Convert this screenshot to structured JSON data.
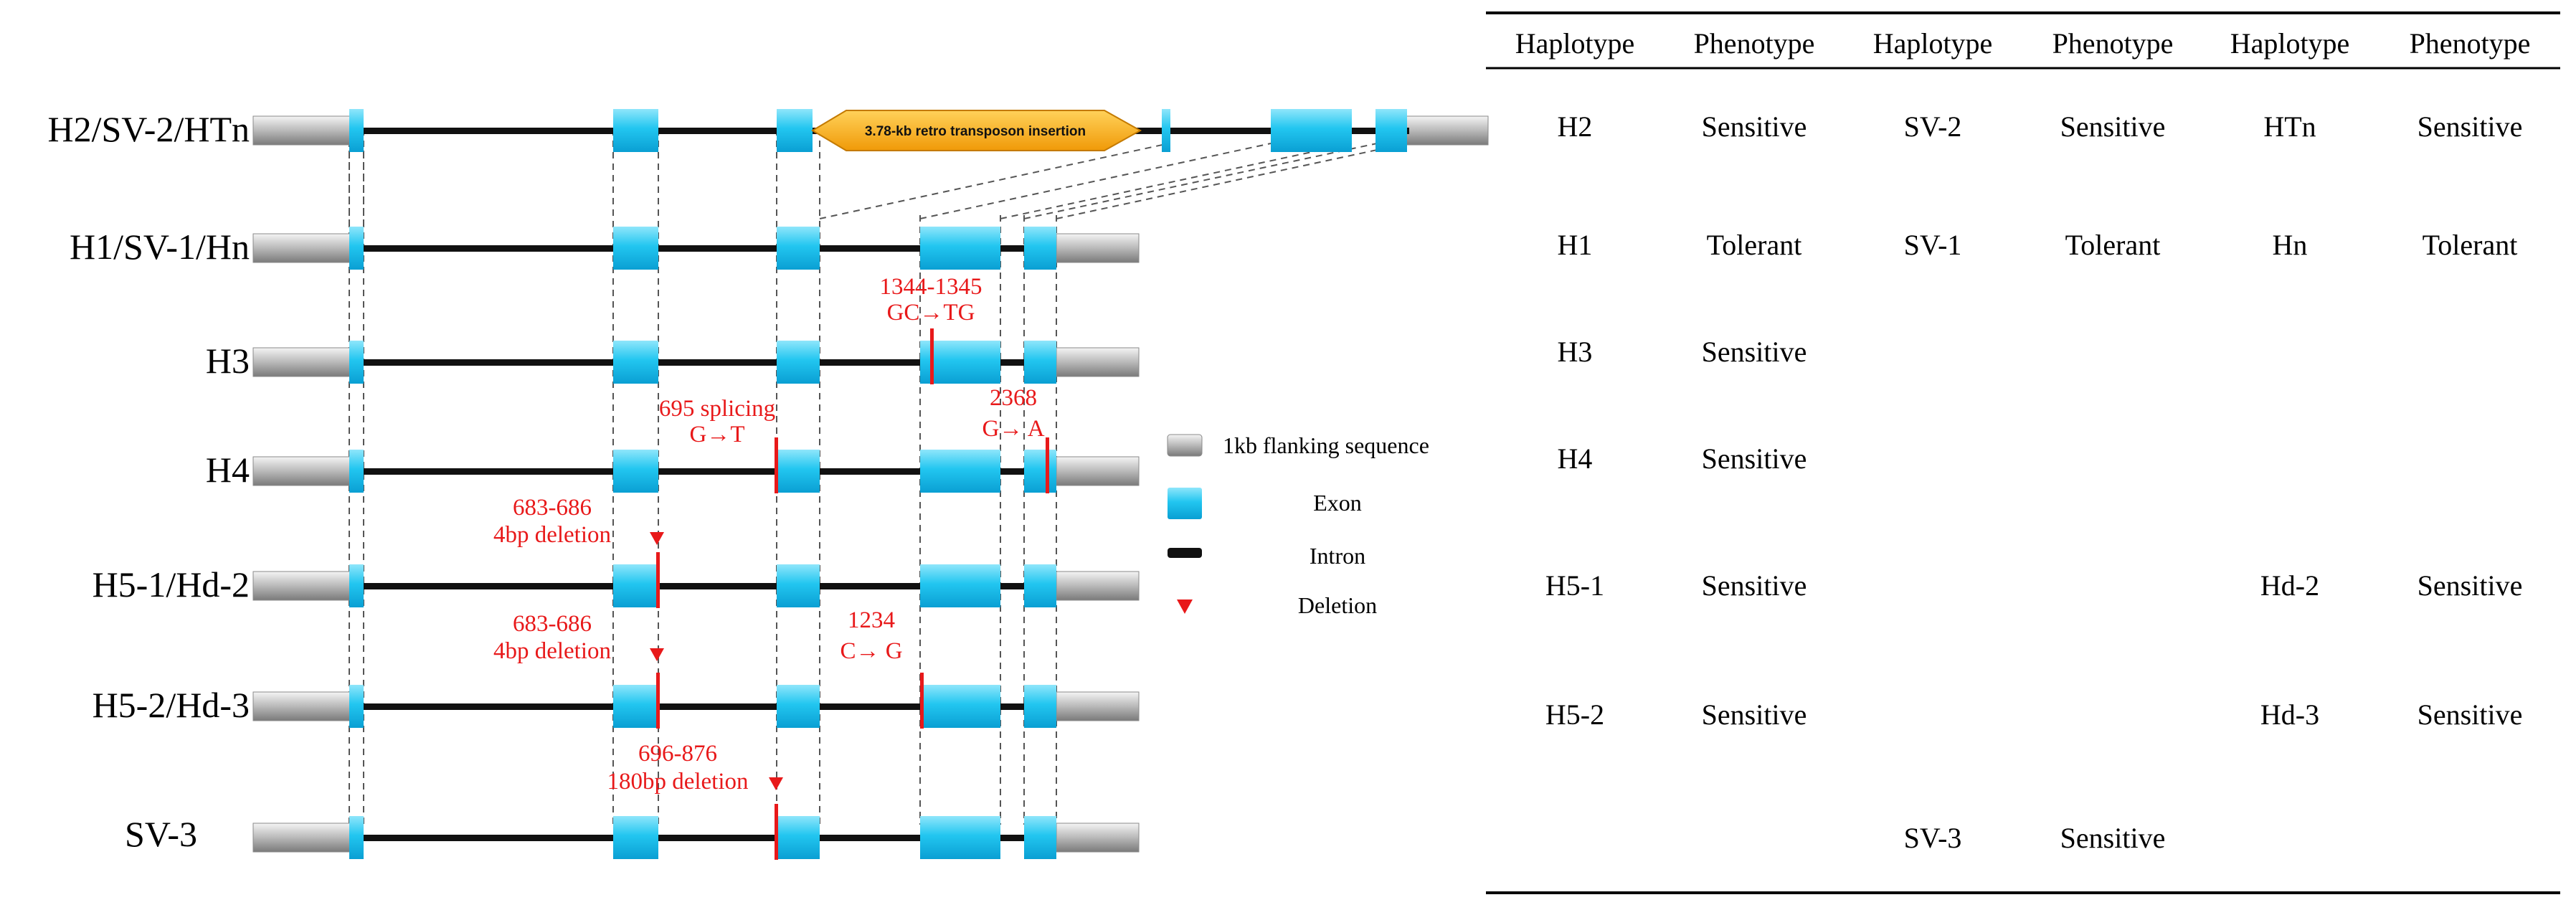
{
  "colors": {
    "exon": "#1ec8f0",
    "exon_edge": "#0aa0d0",
    "flank": "#bdbdbd",
    "intron": "#111111",
    "mutation": "#e8191a",
    "insertion": "#f4a40c"
  },
  "rows": [
    {
      "label": "H2/SV-2/HTn"
    },
    {
      "label": "H1/SV-1/Hn"
    },
    {
      "label": "H3"
    },
    {
      "label": "H4"
    },
    {
      "label": "H5-1/Hd-2"
    },
    {
      "label": "H5-2/Hd-3"
    },
    {
      "label": "SV-3"
    }
  ],
  "insertion_label": "3.78-kb retro transposon insertion",
  "mutations": {
    "m1": {
      "line1": "1344-1345",
      "line2": "GC→TG"
    },
    "m2": {
      "line1": "695 splicing",
      "line2": "G→T"
    },
    "m3": {
      "line1": "2368",
      "line2": "G→ A"
    },
    "m4": {
      "line1": "683-686",
      "line2": "4bp deletion"
    },
    "m5": {
      "line1": "683-686",
      "line2": "4bp deletion"
    },
    "m6": {
      "line1": "1234",
      "line2": "C→ G"
    },
    "m7": {
      "line1": "696-876",
      "line2": "180bp deletion"
    }
  },
  "legend": [
    {
      "icon": "flank-icon",
      "label": "1kb flanking sequence"
    },
    {
      "icon": "exon-icon",
      "label": "Exon"
    },
    {
      "icon": "intron-icon",
      "label": "Intron"
    },
    {
      "icon": "deletion-icon",
      "label": "Deletion"
    }
  ],
  "table": {
    "headers": [
      "Haplotype",
      "Phenotype",
      "Haplotype",
      "Phenotype",
      "Haplotype",
      "Phenotype"
    ],
    "rows": [
      [
        "H2",
        "Sensitive",
        "SV-2",
        "Sensitive",
        "HTn",
        "Sensitive"
      ],
      [
        "H1",
        "Tolerant",
        "SV-1",
        "Tolerant",
        "Hn",
        "Tolerant"
      ],
      [
        "H3",
        "Sensitive",
        "",
        "",
        "",
        ""
      ],
      [
        "H4",
        "Sensitive",
        "",
        "",
        "",
        ""
      ],
      [
        "H5-1",
        "Sensitive",
        "",
        "",
        "Hd-2",
        "Sensitive"
      ],
      [
        "H5-2",
        "Sensitive",
        "",
        "",
        "Hd-3",
        "Sensitive"
      ],
      [
        "",
        "",
        "SV-3",
        "Sensitive",
        "",
        ""
      ]
    ]
  }
}
